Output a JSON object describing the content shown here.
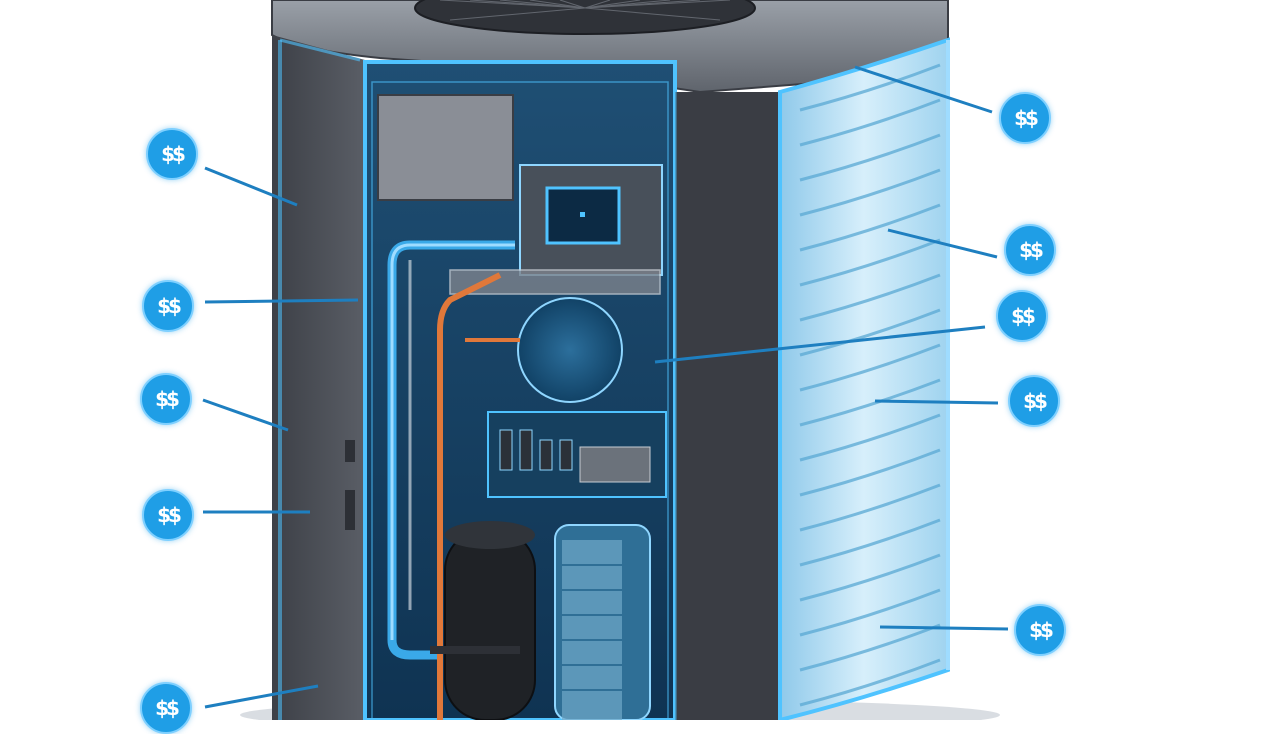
{
  "diagram": {
    "badge_symbol": "$$",
    "callouts": [
      {
        "id": "left-1"
      },
      {
        "id": "left-2"
      },
      {
        "id": "left-3"
      },
      {
        "id": "left-4"
      },
      {
        "id": "left-5"
      },
      {
        "id": "right-1"
      },
      {
        "id": "right-2"
      },
      {
        "id": "right-3"
      },
      {
        "id": "right-4"
      },
      {
        "id": "right-5"
      }
    ],
    "colors": {
      "accent": "#1f9ee6",
      "glow": "#4fc3ff",
      "cabinet": "#4a4d55",
      "grille": "#bfe3f7",
      "copper": "#e0783a"
    }
  }
}
